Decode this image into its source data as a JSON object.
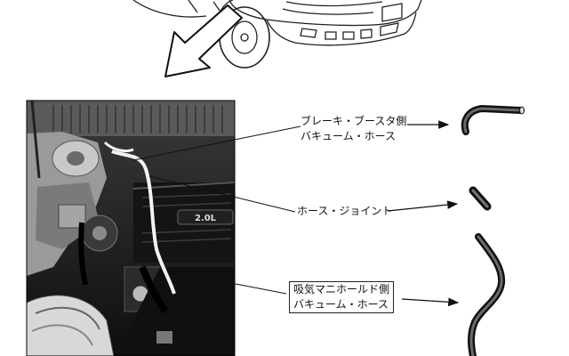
{
  "labels": {
    "brake_hose_line1": "ブレーキ・ブースタ側",
    "brake_hose_line2": "バキューム・ホース",
    "hose_joint": "ホース・ジョイント",
    "intake_hose_line1": "吸気マニホールド側",
    "intake_hose_line2": "バキューム・ホース"
  },
  "engine_badge": "2.0L",
  "colors": {
    "ink": "#111111",
    "photo_dark": "#1a1a1a",
    "photo_mid": "#7a7a7a",
    "paper": "#ffffff"
  }
}
